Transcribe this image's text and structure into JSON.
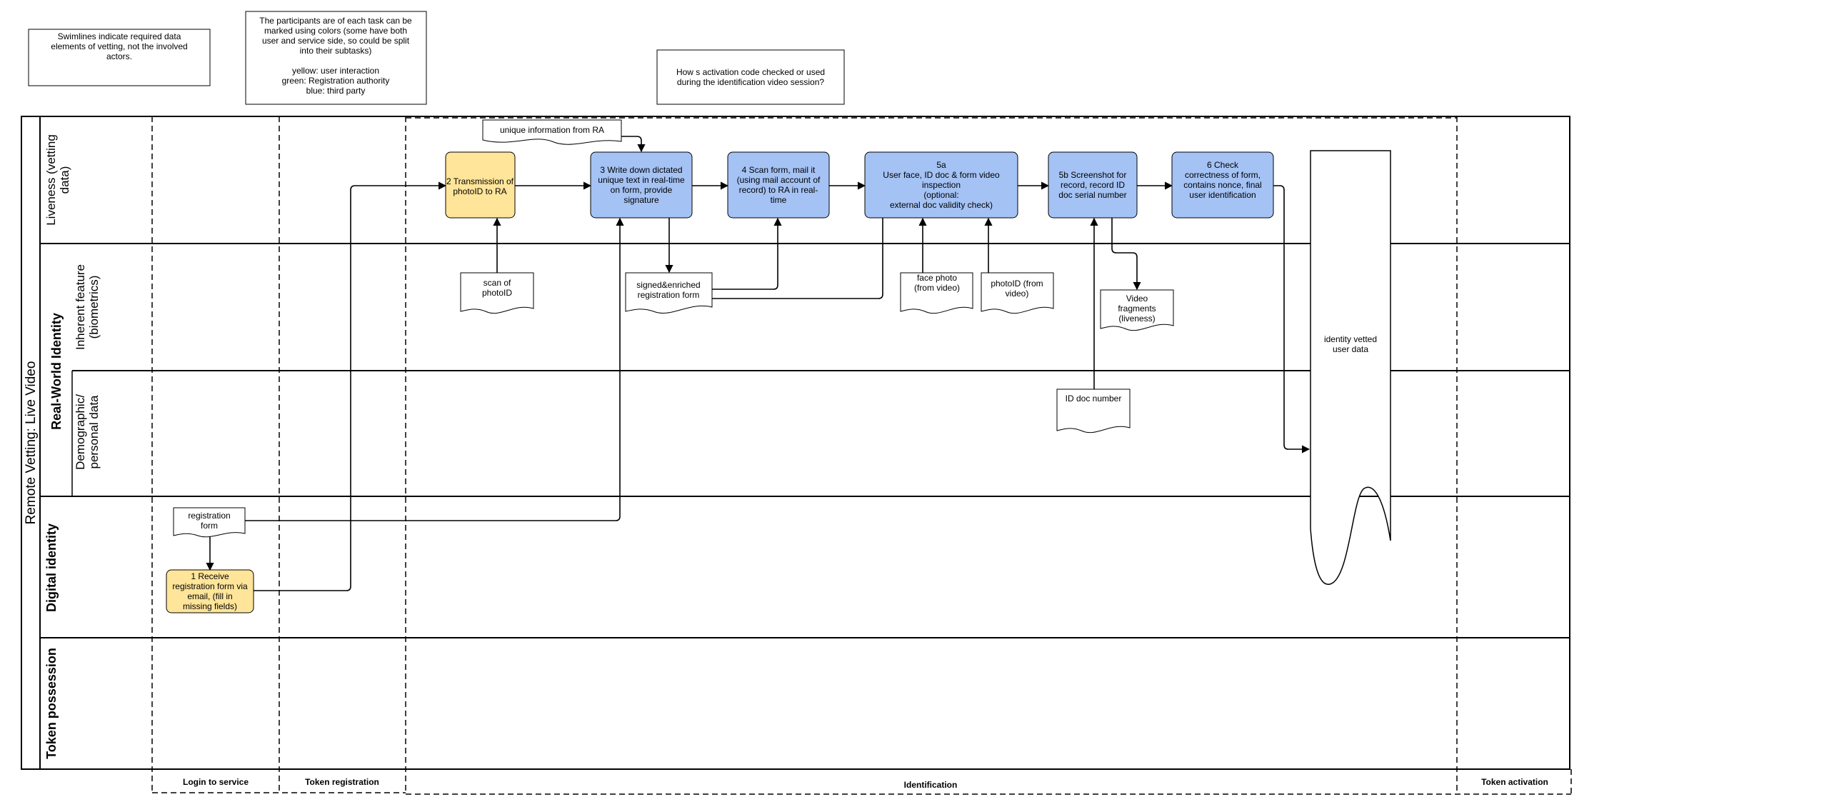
{
  "notes": {
    "swimlanes": [
      "Swimlines indicate required data",
      "elements of vetting, not the involved",
      "actors."
    ],
    "colors": [
      "The participants are of each task can be",
      "marked using colors (some have both",
      "user and service side, so could be split",
      "into their subtasks)",
      "",
      "yellow: user interaction",
      "green:  Registration authority",
      "blue: third party"
    ],
    "question": [
      "How s activation code checked or used",
      "during the identification video session?"
    ]
  },
  "pool": {
    "title": "Remote Vetting: Live Video",
    "group_real_world": "Real-World Identity"
  },
  "lanes": {
    "liveness": [
      "Liveness (vetting",
      "data)"
    ],
    "inherent": [
      "Inherent feature",
      "(biometrics)"
    ],
    "demographic": [
      "Demographic/",
      "personal data"
    ],
    "digital": "Digital identity",
    "token": "Token possession"
  },
  "phases": {
    "login": "Login to service",
    "token_registration": "Token registration",
    "identification": "Identification",
    "token_activation": "Token activation"
  },
  "tasks": {
    "t1": [
      "1 Receive",
      "registration form via",
      "email, (fill in",
      "missing fields)"
    ],
    "t2": [
      "2 Transmission of",
      "photoID to RA"
    ],
    "t3": [
      "3 Write down dictated",
      "unique text in real-time",
      "on form, provide",
      "signature"
    ],
    "t4": [
      "4 Scan form, mail it",
      "(using mail account of",
      "record) to RA in real-",
      "time"
    ],
    "t5a": [
      "5a",
      "User face, ID doc & form video",
      "inspection",
      "(optional:",
      "external doc validity check)"
    ],
    "t5b": [
      "5b Screenshot for",
      "record, record ID",
      "doc serial number"
    ],
    "t6": [
      "6  Check",
      "correctness of form,",
      "contains nonce, final",
      "user identification"
    ]
  },
  "documents": {
    "unique_info": [
      "unique information from RA"
    ],
    "scan_photoid": [
      "scan of",
      "photoID"
    ],
    "signed_form": [
      "signed&enriched",
      "registration form"
    ],
    "face_photo": [
      "face photo",
      "(from video)"
    ],
    "photoid_video": [
      "photoID (from",
      "video)"
    ],
    "video_fragments": [
      "Video",
      "fragments",
      "(liveness)"
    ],
    "id_doc_number": [
      "ID doc number"
    ],
    "registration_form": [
      "registration",
      "form"
    ]
  },
  "store": {
    "identity": [
      "identity vetted",
      "user data"
    ]
  },
  "colors": {
    "user_task": "#ffe599",
    "third_party_task": "#a4c2f4",
    "line": "#000000"
  }
}
